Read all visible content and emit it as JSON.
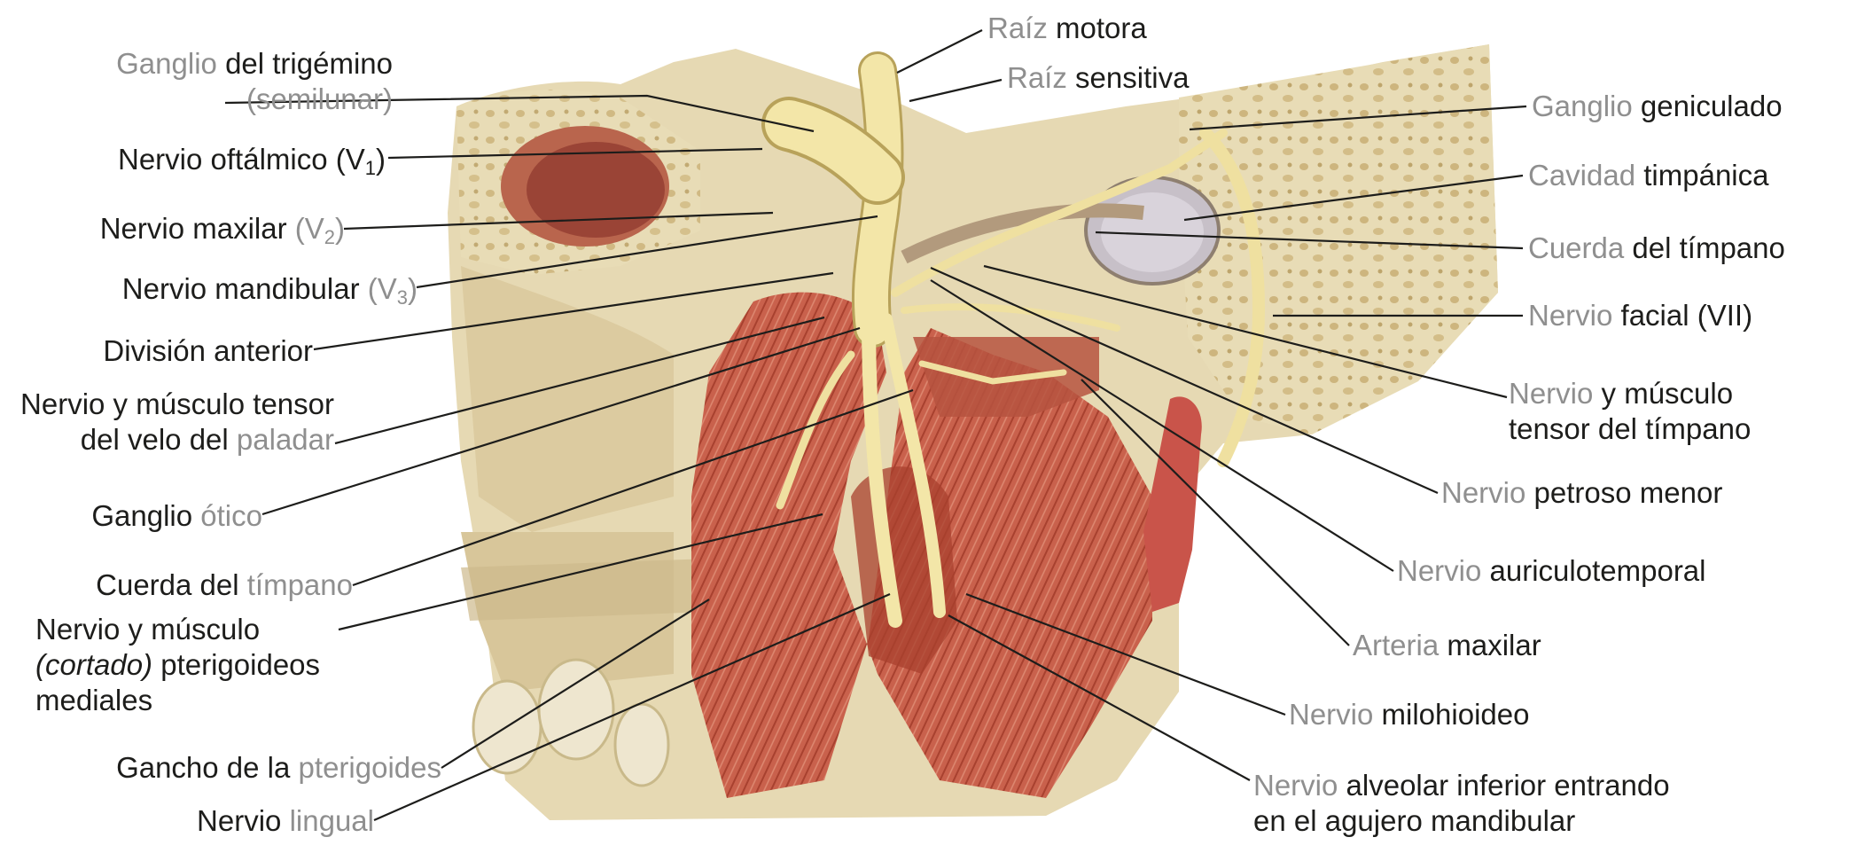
{
  "labels_left": [
    {
      "id": "trigeminal-ganglion",
      "lines": [
        [
          {
            "t": "Ganglio ",
            "tone": "g"
          },
          {
            "t": "del trigémino",
            "tone": "b"
          }
        ],
        [
          {
            "t": "(semilunar)",
            "tone": "g"
          }
        ]
      ]
    },
    {
      "id": "ophthalmic-nerve",
      "lines": [
        [
          {
            "t": "Nervio oftálmico (V",
            "tone": "b"
          },
          {
            "t": "1",
            "tone": "b",
            "sub": true
          },
          {
            "t": ")",
            "tone": "b"
          }
        ]
      ]
    },
    {
      "id": "maxillary-nerve",
      "lines": [
        [
          {
            "t": "Nervio maxilar ",
            "tone": "b"
          },
          {
            "t": "(V",
            "tone": "g"
          },
          {
            "t": "2",
            "tone": "g",
            "sub": true
          },
          {
            "t": ")",
            "tone": "g"
          }
        ]
      ]
    },
    {
      "id": "mandibular-nerve",
      "lines": [
        [
          {
            "t": "Nervio mandibular ",
            "tone": "b"
          },
          {
            "t": "(V",
            "tone": "g"
          },
          {
            "t": "3",
            "tone": "g",
            "sub": true
          },
          {
            "t": ")",
            "tone": "g"
          }
        ]
      ]
    },
    {
      "id": "anterior-division",
      "lines": [
        [
          {
            "t": "División anterior",
            "tone": "b"
          }
        ]
      ]
    },
    {
      "id": "tensor-veli-palatini",
      "lines": [
        [
          {
            "t": "Nervio y músculo tensor",
            "tone": "b"
          }
        ],
        [
          {
            "t": "del velo del ",
            "tone": "b"
          },
          {
            "t": "paladar",
            "tone": "g"
          }
        ]
      ]
    },
    {
      "id": "otic-ganglion",
      "lines": [
        [
          {
            "t": "Ganglio ",
            "tone": "b"
          },
          {
            "t": "ótico",
            "tone": "g"
          }
        ]
      ]
    },
    {
      "id": "chorda-tympani-left",
      "lines": [
        [
          {
            "t": "Cuerda del ",
            "tone": "b"
          },
          {
            "t": "tímpano",
            "tone": "g"
          }
        ]
      ]
    },
    {
      "id": "medial-pterygoid",
      "lines": [
        [
          {
            "t": "Nervio y músculo",
            "tone": "b"
          }
        ],
        [
          {
            "t": "(cortado)",
            "tone": "b",
            "it": true
          },
          {
            "t": " pterigoideos",
            "tone": "b"
          }
        ],
        [
          {
            "t": "mediales",
            "tone": "b"
          }
        ]
      ]
    },
    {
      "id": "pterygoid-hamulus",
      "lines": [
        [
          {
            "t": "Gancho de la ",
            "tone": "b"
          },
          {
            "t": "pterigoides",
            "tone": "g"
          }
        ]
      ]
    },
    {
      "id": "lingual-nerve",
      "lines": [
        [
          {
            "t": "Nervio ",
            "tone": "b"
          },
          {
            "t": "lingual",
            "tone": "g"
          }
        ]
      ]
    }
  ],
  "labels_top": [
    {
      "id": "motor-root",
      "lines": [
        [
          {
            "t": "Raíz ",
            "tone": "g"
          },
          {
            "t": "motora",
            "tone": "b"
          }
        ]
      ]
    },
    {
      "id": "sensory-root",
      "lines": [
        [
          {
            "t": "Raíz ",
            "tone": "g"
          },
          {
            "t": "sensitiva",
            "tone": "b"
          }
        ]
      ]
    }
  ],
  "labels_right": [
    {
      "id": "geniculate-ganglion",
      "lines": [
        [
          {
            "t": "Ganglio ",
            "tone": "g"
          },
          {
            "t": "geniculado",
            "tone": "b"
          }
        ]
      ]
    },
    {
      "id": "tympanic-cavity",
      "lines": [
        [
          {
            "t": "Cavidad ",
            "tone": "g"
          },
          {
            "t": "timpánica",
            "tone": "b"
          }
        ]
      ]
    },
    {
      "id": "chorda-tympani-right",
      "lines": [
        [
          {
            "t": "Cuerda ",
            "tone": "g"
          },
          {
            "t": "del tímpano",
            "tone": "b"
          }
        ]
      ]
    },
    {
      "id": "facial-nerve",
      "lines": [
        [
          {
            "t": "Nervio ",
            "tone": "g"
          },
          {
            "t": "facial (VII)",
            "tone": "b"
          }
        ]
      ]
    },
    {
      "id": "tensor-tympani",
      "lines": [
        [
          {
            "t": "Nervio ",
            "tone": "g"
          },
          {
            "t": "y músculo",
            "tone": "b"
          }
        ],
        [
          {
            "t": "tensor del tímpano",
            "tone": "b"
          }
        ]
      ]
    },
    {
      "id": "lesser-petrosal",
      "lines": [
        [
          {
            "t": "Nervio ",
            "tone": "g"
          },
          {
            "t": "petroso menor",
            "tone": "b"
          }
        ]
      ]
    },
    {
      "id": "auriculotemporal",
      "lines": [
        [
          {
            "t": "Nervio ",
            "tone": "g"
          },
          {
            "t": "auriculotemporal",
            "tone": "b"
          }
        ]
      ]
    },
    {
      "id": "maxillary-artery",
      "lines": [
        [
          {
            "t": "Arteria ",
            "tone": "g"
          },
          {
            "t": "maxilar",
            "tone": "b"
          }
        ]
      ]
    },
    {
      "id": "mylohyoid-nerve",
      "lines": [
        [
          {
            "t": "Nervio ",
            "tone": "g"
          },
          {
            "t": "milohioideo",
            "tone": "b"
          }
        ]
      ]
    },
    {
      "id": "inferior-alveolar",
      "lines": [
        [
          {
            "t": "Nervio ",
            "tone": "g"
          },
          {
            "t": "alveolar inferior entrando",
            "tone": "b"
          }
        ],
        [
          {
            "t": "en el agujero mandibular",
            "tone": "b"
          }
        ]
      ]
    }
  ],
  "colors": {
    "bone": "#e6d9b3",
    "bone_dark": "#c9b98a",
    "muscle": "#c65f4c",
    "muscle_dark": "#8e2f24",
    "nerve": "#f3e6a8",
    "nerve_edge": "#b8a25a",
    "leader": "#1d1d1b",
    "label_gray": "#8f8f8f"
  }
}
